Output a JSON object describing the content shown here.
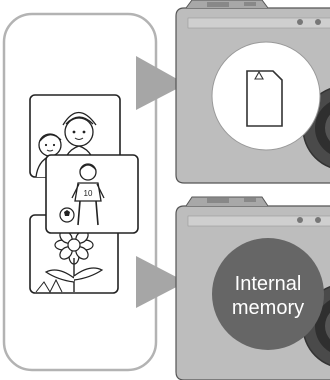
{
  "figure": {
    "source_panel": {
      "images": [
        {
          "icon": "family-photo-icon"
        },
        {
          "icon": "soccer-player-photo-icon"
        },
        {
          "icon": "flower-photo-icon"
        }
      ]
    },
    "destinations": [
      {
        "name": "memory-card",
        "icon": "memory-card-icon"
      },
      {
        "name": "internal-memory",
        "label_line1": "Internal",
        "label_line2": "memory",
        "color": "#666666"
      }
    ],
    "colors": {
      "panel_border": "#b3b3b3",
      "arrow": "#a6a6a6",
      "camera_body": "#bdbdbd",
      "camera_dark": "#4a4a4a",
      "memory_badge": "#666666"
    }
  }
}
